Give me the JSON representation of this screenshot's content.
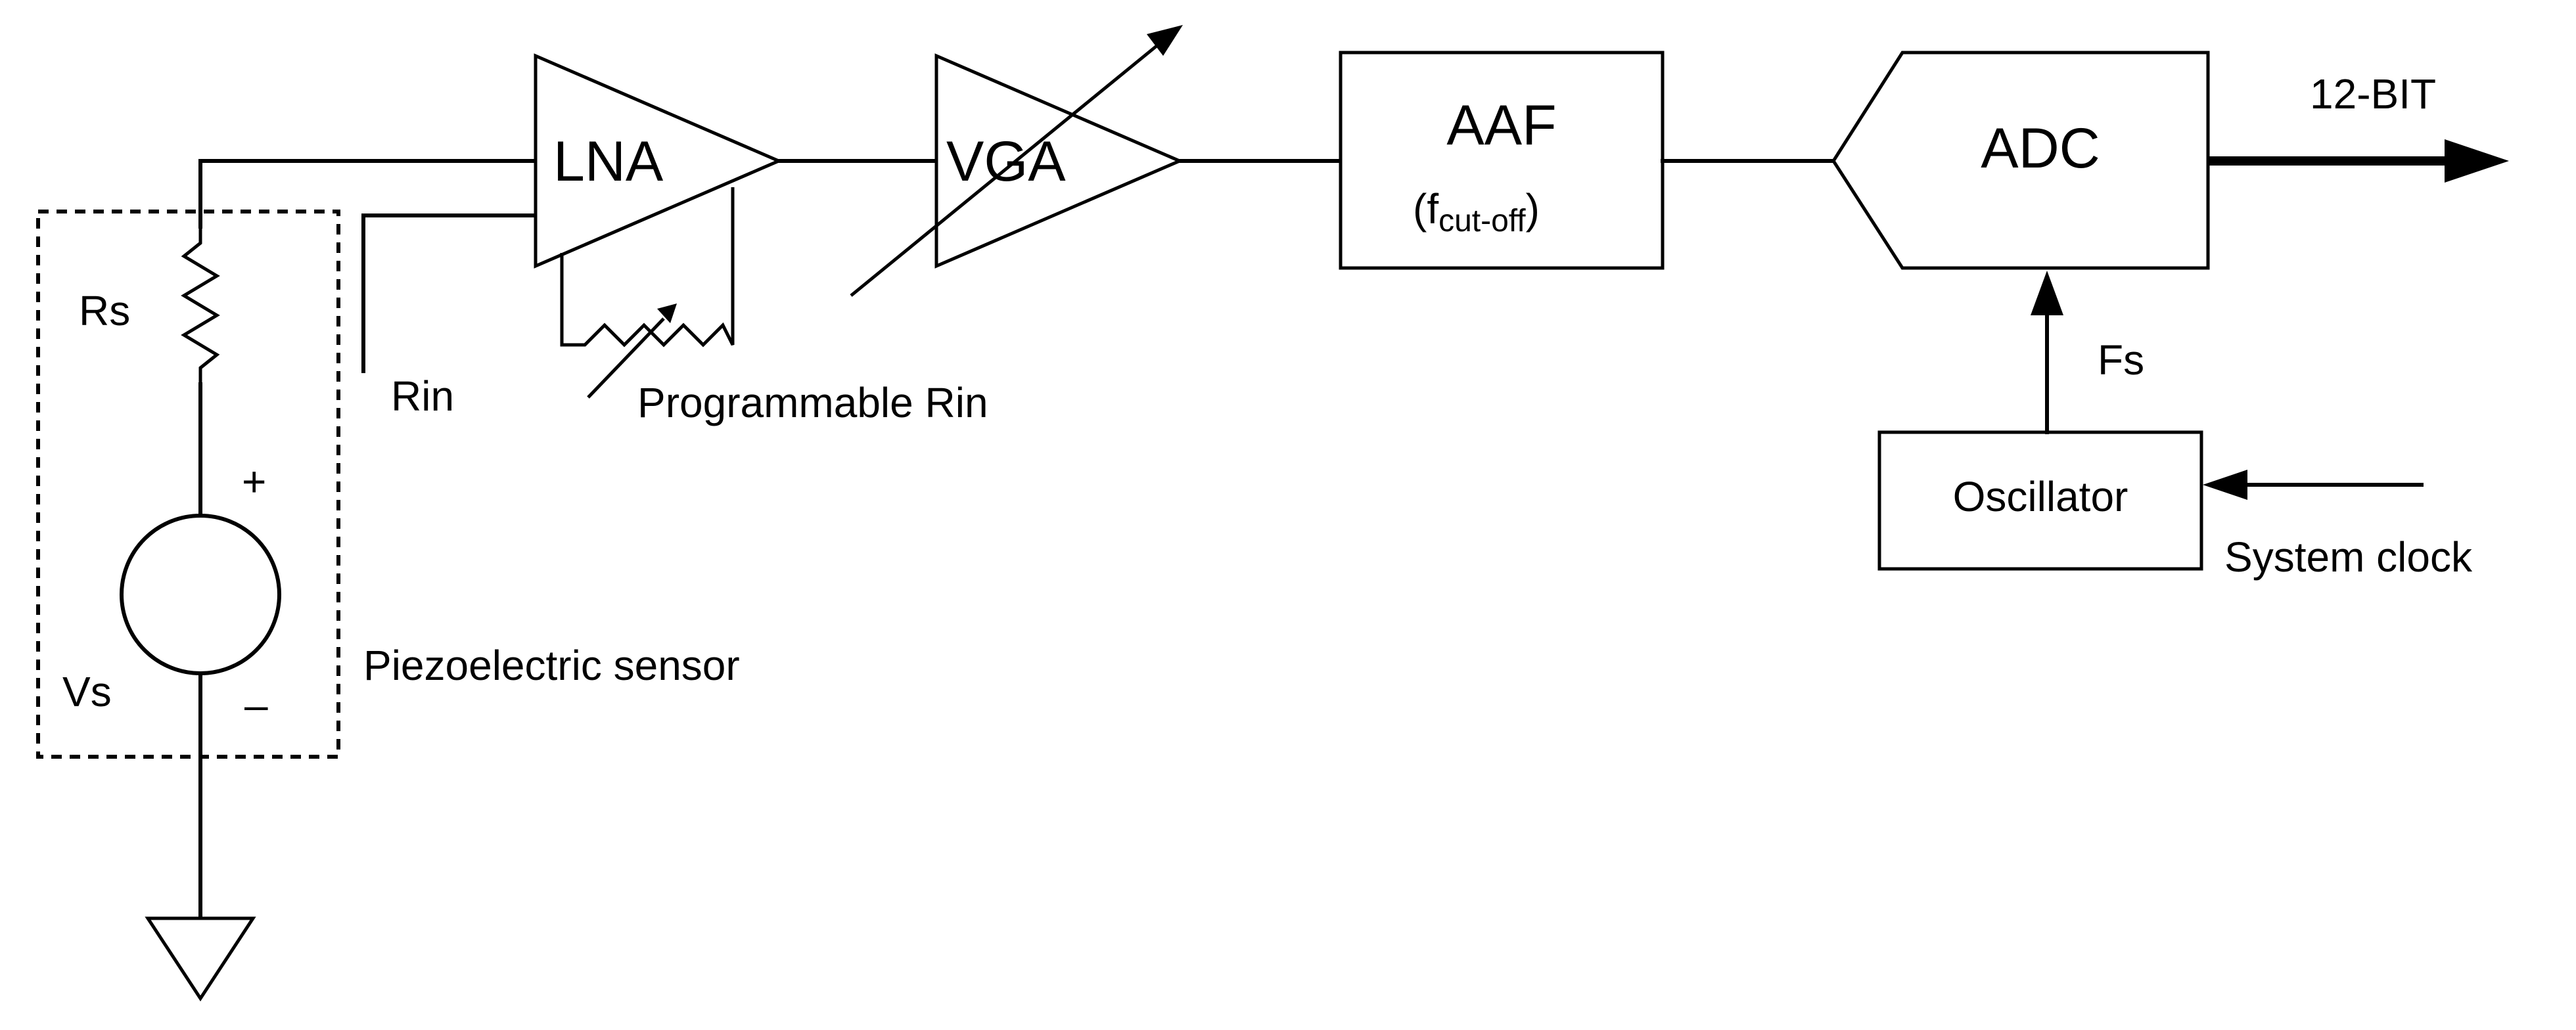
{
  "sensor": {
    "rs_label": "Rs",
    "vs_label": "Vs",
    "plus_sign": "+",
    "minus_sign": "–",
    "caption": "Piezoelectric sensor"
  },
  "input": {
    "rin_label": "Rin"
  },
  "lna": {
    "label": "LNA",
    "rin_caption": "Programmable Rin"
  },
  "vga": {
    "label": "VGA"
  },
  "aaf": {
    "label": "AAF",
    "cutoff_open": "(f",
    "cutoff_sub": "cut-off",
    "cutoff_close": ")"
  },
  "adc": {
    "label": "ADC",
    "output_label": "12-BIT",
    "fs_label": "Fs"
  },
  "oscillator": {
    "label": "Oscillator",
    "clock_label": "System clock"
  }
}
